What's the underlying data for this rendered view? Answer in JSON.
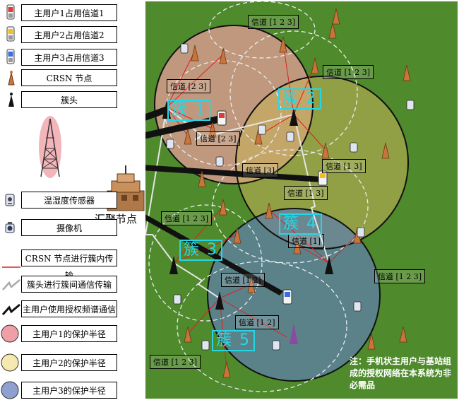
{
  "legend": {
    "pu1": "主用户1占用信道1",
    "pu2": "主用户2占用信道2",
    "pu3": "主用户3占用信道3",
    "crsn_node": "CRSN 节点",
    "cluster_head": "簇头",
    "temp_sensor": "温湿度传感器",
    "camera": "摄像机",
    "intra": "CRSN 节点进行簇内传输",
    "inter": "簇头进行簇间通信传输",
    "licensed": "主用户使用授权频谱通信",
    "r1": "主用户1的保护半径",
    "r2": "主用户2的保护半径",
    "r3": "主用户3的保护半径"
  },
  "hub_label": "汇聚节点",
  "clusters": {
    "c1": "簇 1",
    "c2": "簇 2",
    "c3": "簇 3",
    "c4": "簇 4",
    "c5": "簇 5"
  },
  "channels": {
    "top": "信道 [1 2 3]",
    "right_top": "信道 [1 2 3]",
    "c1_a": "信道 [2 3]",
    "c1_b": "信道 [2 3]",
    "mid_right": "信道 [1 3]",
    "center": "信道 [3]",
    "center_b": "信道 [1 3]",
    "left_mid": "信道 [1 2 3]",
    "c4": "信道 [1]",
    "right_mid": "信道 [1 2 3]",
    "c3": "信道 [1 2]",
    "c5": "信道 [1 2]",
    "bottom_left": "信道 [1 2 3]"
  },
  "note": "注：手机状主用户与基站组成的授权网络在本系统为非必需品",
  "colors": {
    "field": "#4f8a2c",
    "pu1_zone": "#e8a0a0",
    "pu2_zone": "#e6d48a",
    "pu3_zone": "#7e8fc0",
    "cluster_label": "#27d6e6",
    "intra_link": "#e02020"
  }
}
